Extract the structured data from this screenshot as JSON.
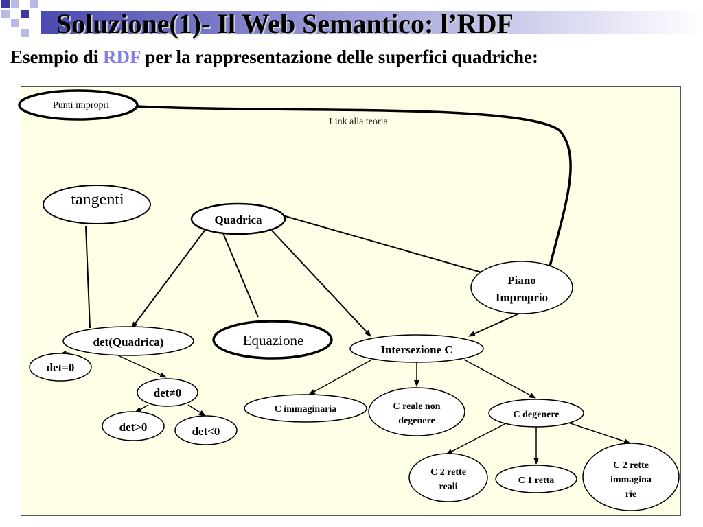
{
  "slide": {
    "title": "Soluzione(1)- Il Web Semantico: l’RDF",
    "subtitle_pre": "Esempio di ",
    "subtitle_accent": "RDF",
    "subtitle_post": " per la rappresentazione delle superfici quadriche:"
  },
  "colors": {
    "accent": "#7f7fe6",
    "panel": "#ffffe8",
    "band_dark": "#4a4ab0"
  },
  "diagram": {
    "link_label": "Link alla teoria",
    "nodes": {
      "punti_impropri": "Punti impropri",
      "tangenti": "tangenti",
      "quadrica": "Quadrica",
      "piano_improprio": [
        "Piano",
        "Improprio"
      ],
      "equazione": "Equazione",
      "det_quadrica": "det(Quadrica)",
      "det_zero": "det=0",
      "det_nonzero": "det≠0",
      "det_pos": "det>0",
      "det_neg": "det<0",
      "intersezione": "Intersezione C",
      "c_immaginaria": "C immaginaria",
      "c_reale": [
        "C reale non",
        "degenere"
      ],
      "c_degenere": "C degenere",
      "c_2_rette_reali": [
        "C 2 rette",
        "reali"
      ],
      "c_1_retta": "C 1 retta",
      "c_2_rette_imm": [
        "C 2 rette",
        "immagina",
        "rie"
      ]
    }
  }
}
